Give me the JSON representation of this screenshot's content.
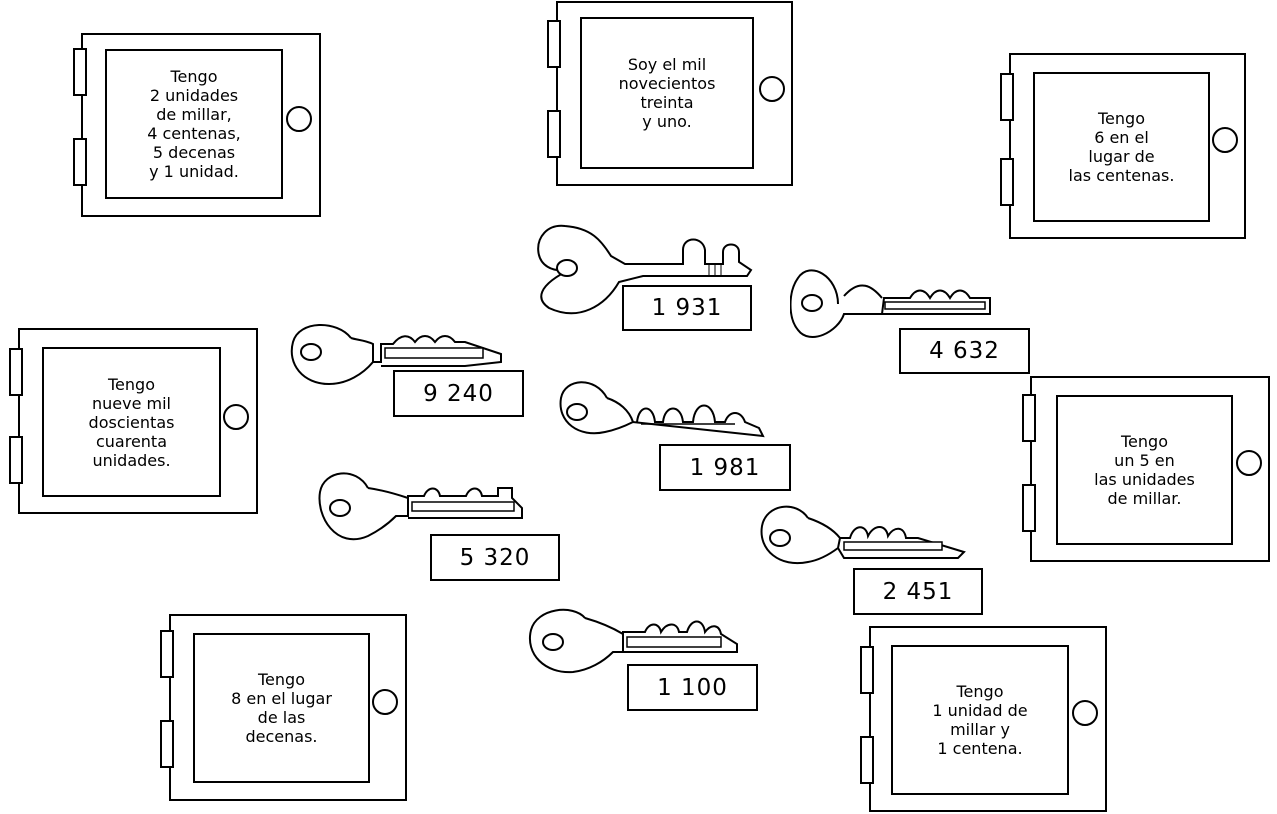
{
  "locks": [
    {
      "text": "Tengo\n2 unidades\nde millar,\n4 centenas,\n5 decenas\ny 1 unidad."
    },
    {
      "text": "Soy el mil\nnovecientos\ntreinta\ny uno."
    },
    {
      "text": "Tengo\n6 en el\nlugar de\nlas centenas."
    },
    {
      "text": "Tengo\nnueve mil\ndoscientas\ncuarenta\nunidades."
    },
    {
      "text": "Tengo\nun 5 en\nlas unidades\nde millar."
    },
    {
      "text": "Tengo\n8 en el lugar\nde las\ndecenas."
    },
    {
      "text": "Tengo\n1 unidad de\nmillar y\n1 centena."
    }
  ],
  "keys": [
    {
      "label": "1 931"
    },
    {
      "label": "4 632"
    },
    {
      "label": "9 240"
    },
    {
      "label": "1 981"
    },
    {
      "label": "5 320"
    },
    {
      "label": "2 451"
    },
    {
      "label": "1 100"
    }
  ]
}
